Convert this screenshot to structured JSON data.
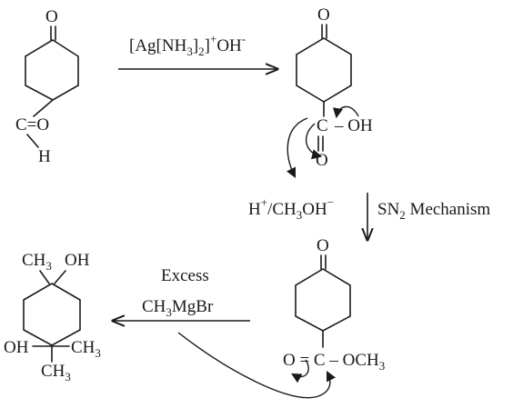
{
  "step1": {
    "reagent_prefix": "[Ag[NH",
    "reagent_sub1": "3",
    "reagent_mid": "]",
    "reagent_sub2": "2",
    "reagent_close": "]",
    "reagent_sup1": "+",
    "reagent_hydroxide": "OH",
    "reagent_sup2": "-"
  },
  "step2": {
    "reagent_h": "H",
    "reagent_h_sup": "+",
    "reagent_ch": "/CH",
    "reagent_ch_sub": "3",
    "reagent_oh": "OH",
    "reagent_oh_sup": "−",
    "mechanism_sn": "SN",
    "mechanism_sub": "2",
    "mechanism_text": " Mechanism"
  },
  "step3": {
    "reagent_line1": "Excess",
    "reagent_ch": "CH",
    "reagent_ch_sub": "3",
    "reagent_rest": "MgBr"
  },
  "molecule1": {
    "ketone_o": "O",
    "aldehyde": "C=O",
    "hydrogen": "H"
  },
  "molecule2": {
    "ketone_o": "O",
    "carbon": "C",
    "hydroxyl": "– OH",
    "carbonyl_o": "O"
  },
  "molecule3": {
    "ketone_o": "O",
    "ester": "O = C – OCH",
    "ester_sub": "3"
  },
  "molecule4": {
    "top_ch": "CH",
    "top_ch_sub": "3",
    "top_oh": "OH",
    "bottom_oh": "OH",
    "bottom_ch_right": "CH",
    "bottom_ch_right_sub": "3",
    "bottom_ch_below": "CH",
    "bottom_ch_below_sub": "3"
  }
}
